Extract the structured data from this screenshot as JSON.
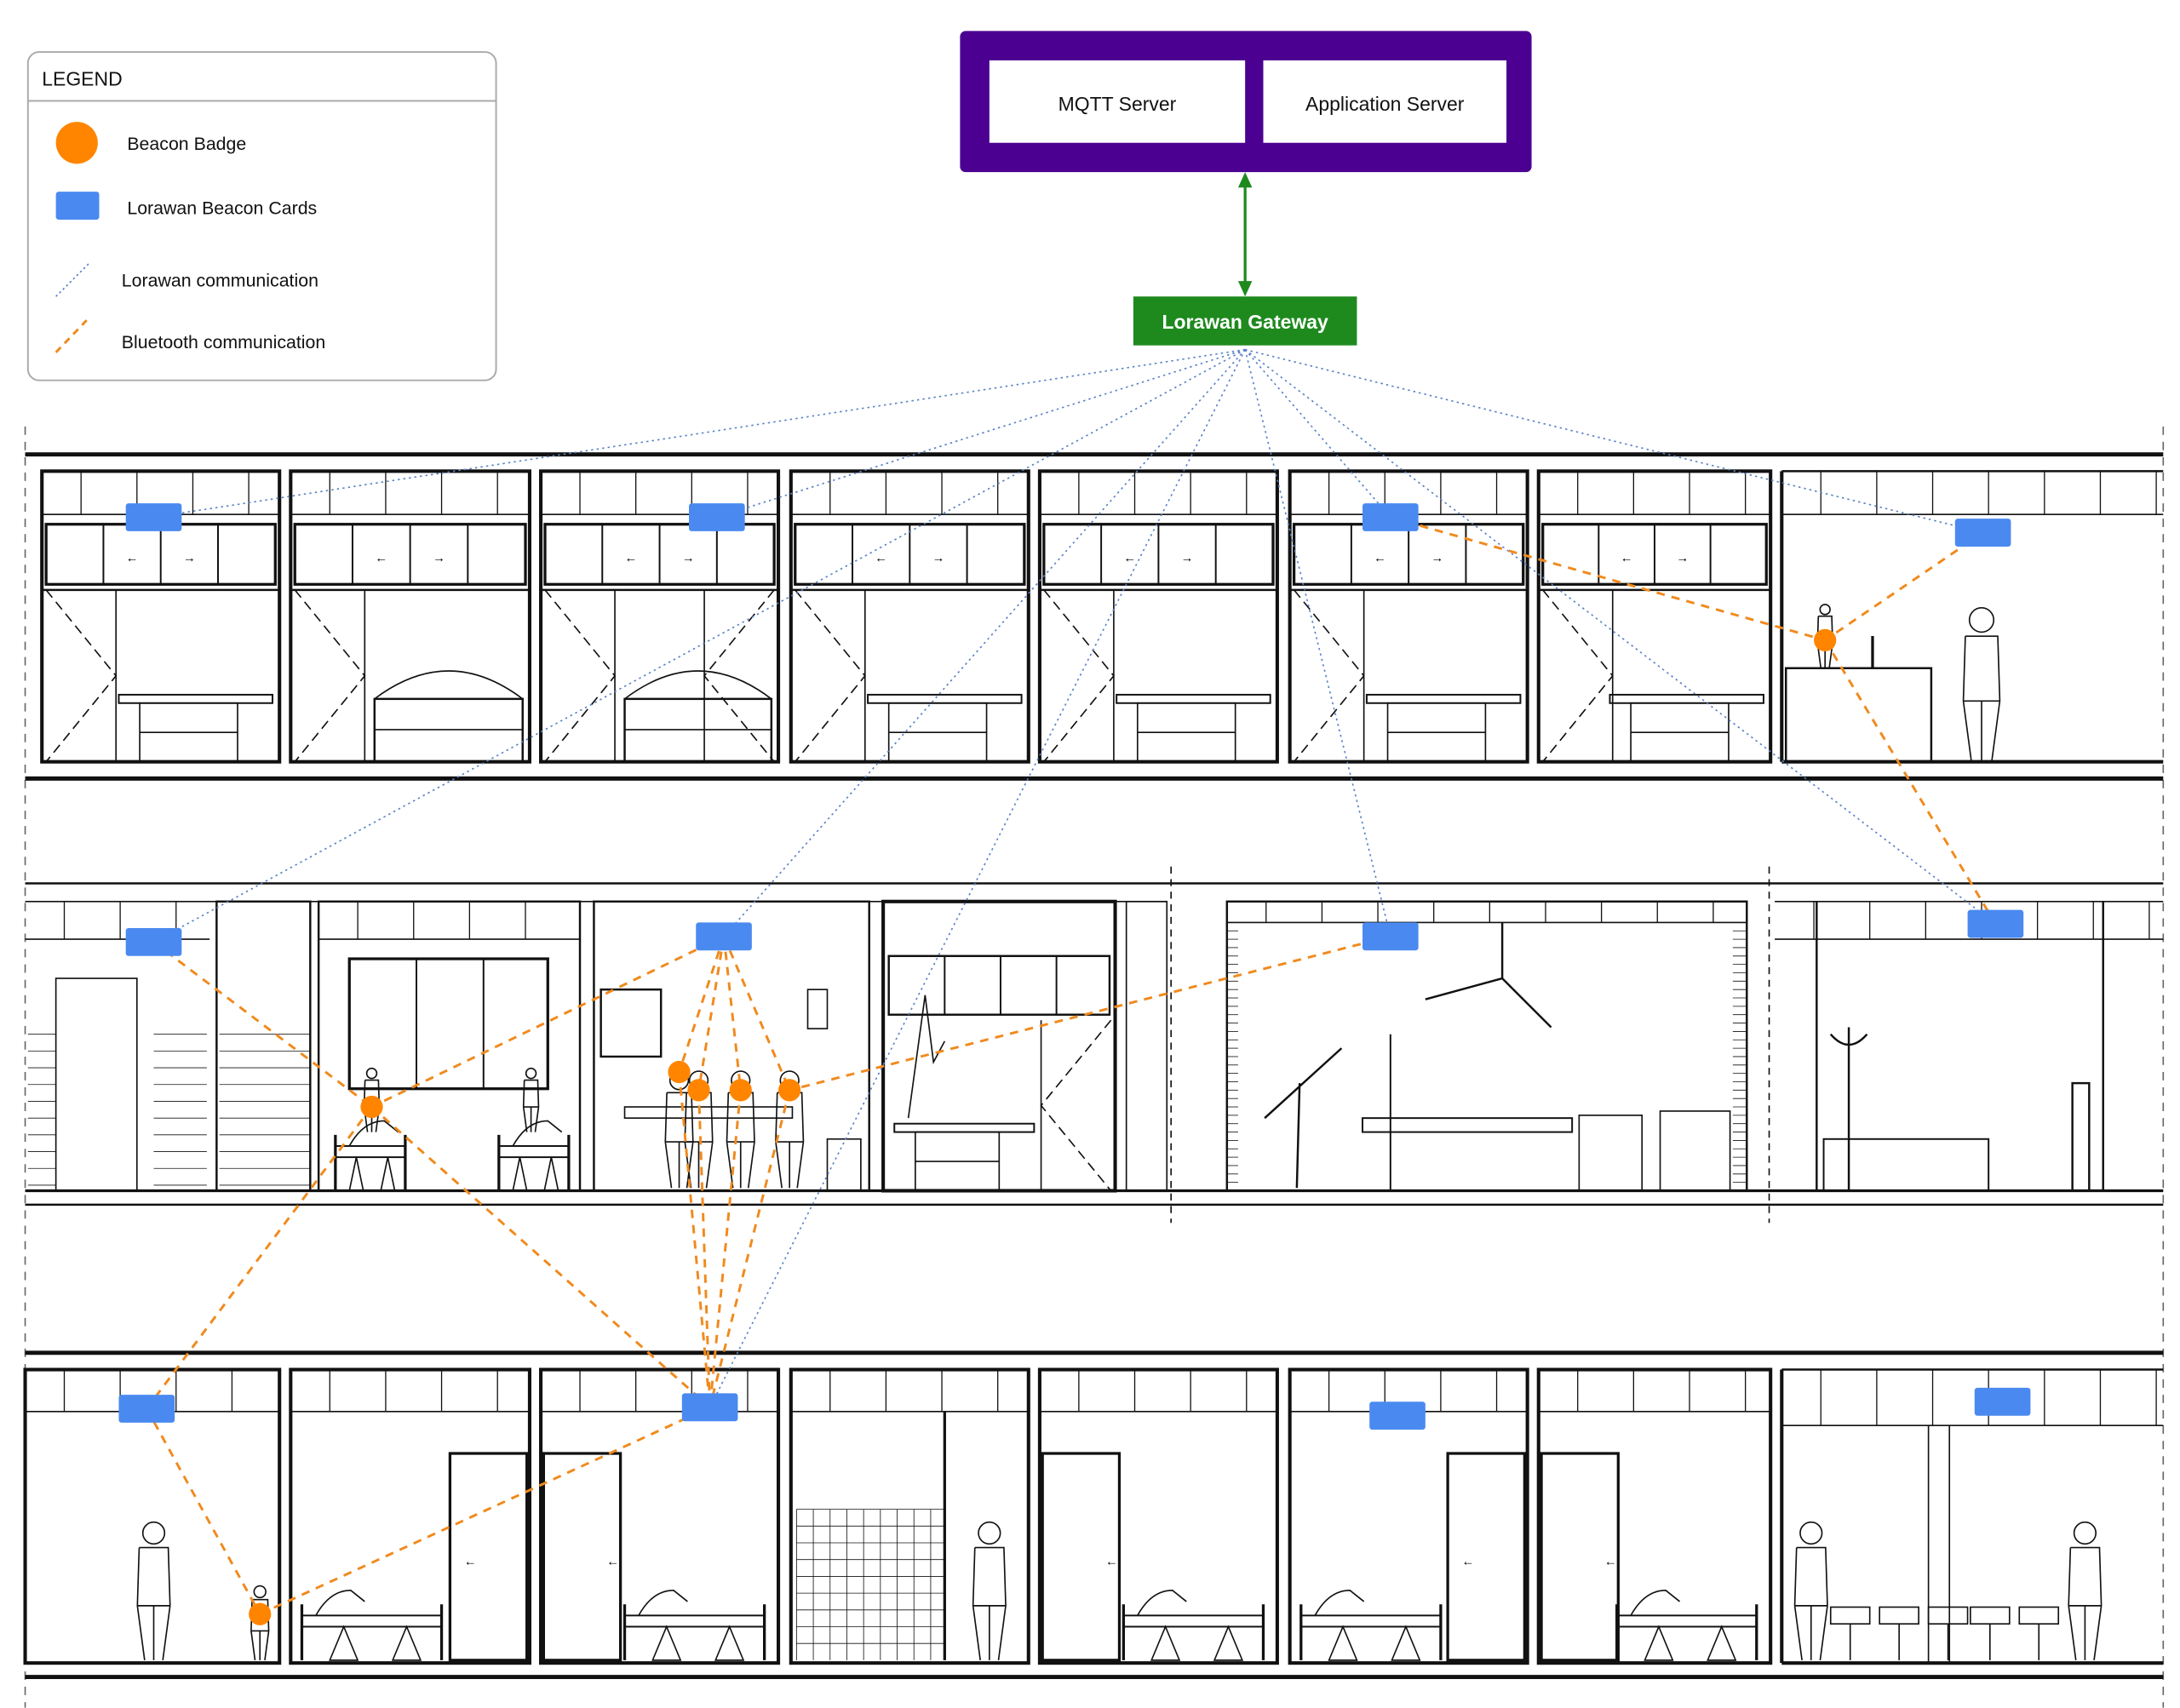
{
  "legend": {
    "title": "LEGEND",
    "items": [
      {
        "label": "Beacon Badge",
        "icon": "orange-circle"
      },
      {
        "label": "Lorawan Beacon Cards",
        "icon": "blue-rectangle"
      },
      {
        "label": "Lorawan communication",
        "icon": "blue-dotted-line"
      },
      {
        "label": "Bluetooth communication",
        "icon": "orange-dashed-line"
      }
    ]
  },
  "servers": {
    "mqtt_label": "MQTT Server",
    "app_label": "Application Server"
  },
  "gateway": {
    "label": "Lorawan Gateway"
  },
  "colors": {
    "server_box": "#4b0091",
    "gateway": "#1e8a1e",
    "link_arrow": "#1e8a1e",
    "badge": "#ff8500",
    "card": "#4a8af0",
    "lorawan_line": "#5a82c8",
    "bluetooth_line": "#f08a1e",
    "walls": "#111111"
  }
}
